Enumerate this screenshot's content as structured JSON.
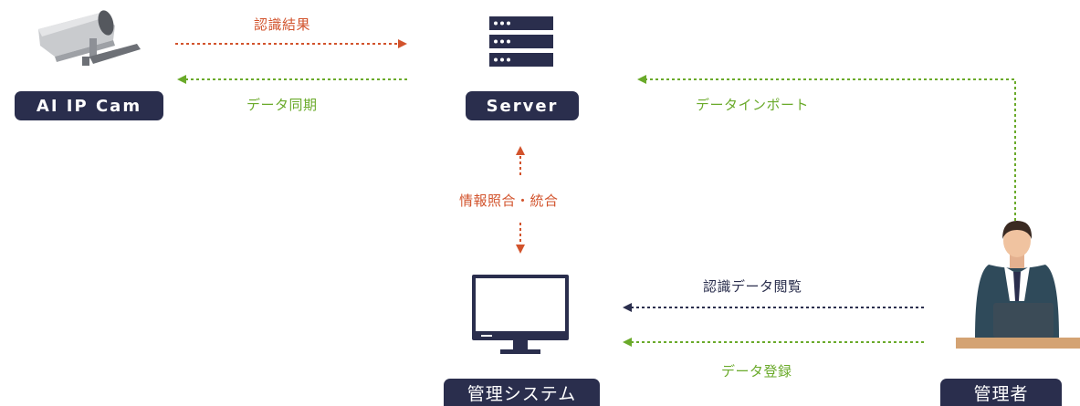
{
  "nodes": {
    "camera": "AI IP Cam",
    "server": "Server",
    "system": "管理システム",
    "admin": "管理者"
  },
  "edges": {
    "recognition_result": "認識結果",
    "data_sync": "データ同期",
    "data_import": "データインポート",
    "info_match": "情報照合・統合",
    "view_data": "認識データ閲覧",
    "register_data": "データ登録"
  },
  "colors": {
    "navy": "#2a2e4d",
    "red": "#d2532c",
    "green": "#6aaa2a"
  }
}
